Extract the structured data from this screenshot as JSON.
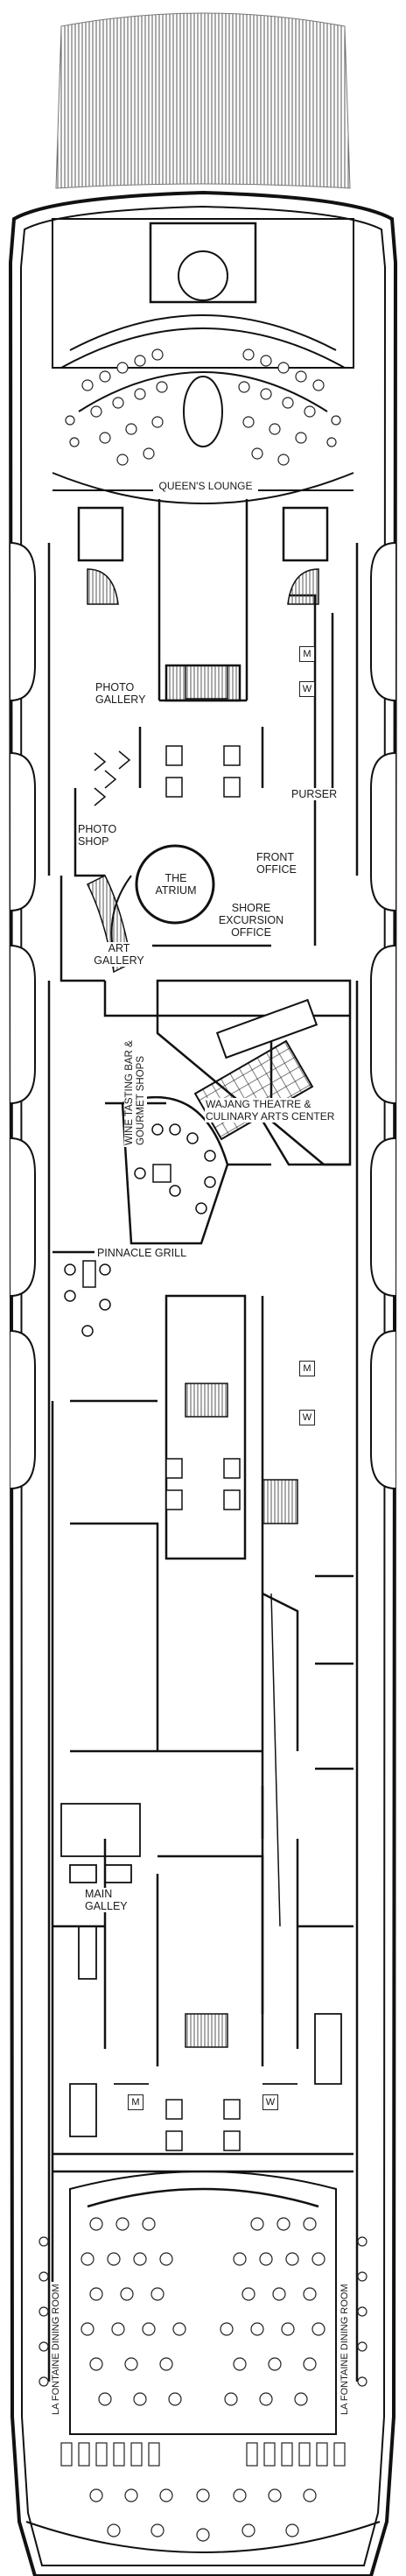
{
  "deck_plan": {
    "labels": {
      "queens_lounge": "QUEEN'S LOUNGE",
      "photo_gallery": "PHOTO\nGALLERY",
      "photo_shop": "PHOTO\nSHOP",
      "the_atrium": "THE\nATRIUM",
      "purser": "PURSER",
      "front_office": "FRONT\nOFFICE",
      "shore_excursion": "SHORE\nEXCURSION\nOFFICE",
      "art_gallery": "ART\nGALLERY",
      "wine_tasting": "WINE TASTING BAR &\nGOURMET SHOPS",
      "wajang_theatre": "WAJANG THEATRE &\nCULINARY ARTS CENTER",
      "pinnacle_grill": "PINNACLE GRILL",
      "main_galley": "MAIN\nGALLEY",
      "la_fontaine_left": "LA FONTAINE DINING ROOM",
      "la_fontaine_right": "LA FONTAINE DINING ROOM"
    },
    "restroom_symbols": {
      "m_upper": "M",
      "w_upper": "W",
      "m_mid": "M",
      "w_mid": "W",
      "m_lower": "M",
      "w_lower": "W"
    },
    "colors": {
      "line": "#1a1a1a",
      "background": "#ffffff",
      "hatch": "#444444"
    }
  }
}
